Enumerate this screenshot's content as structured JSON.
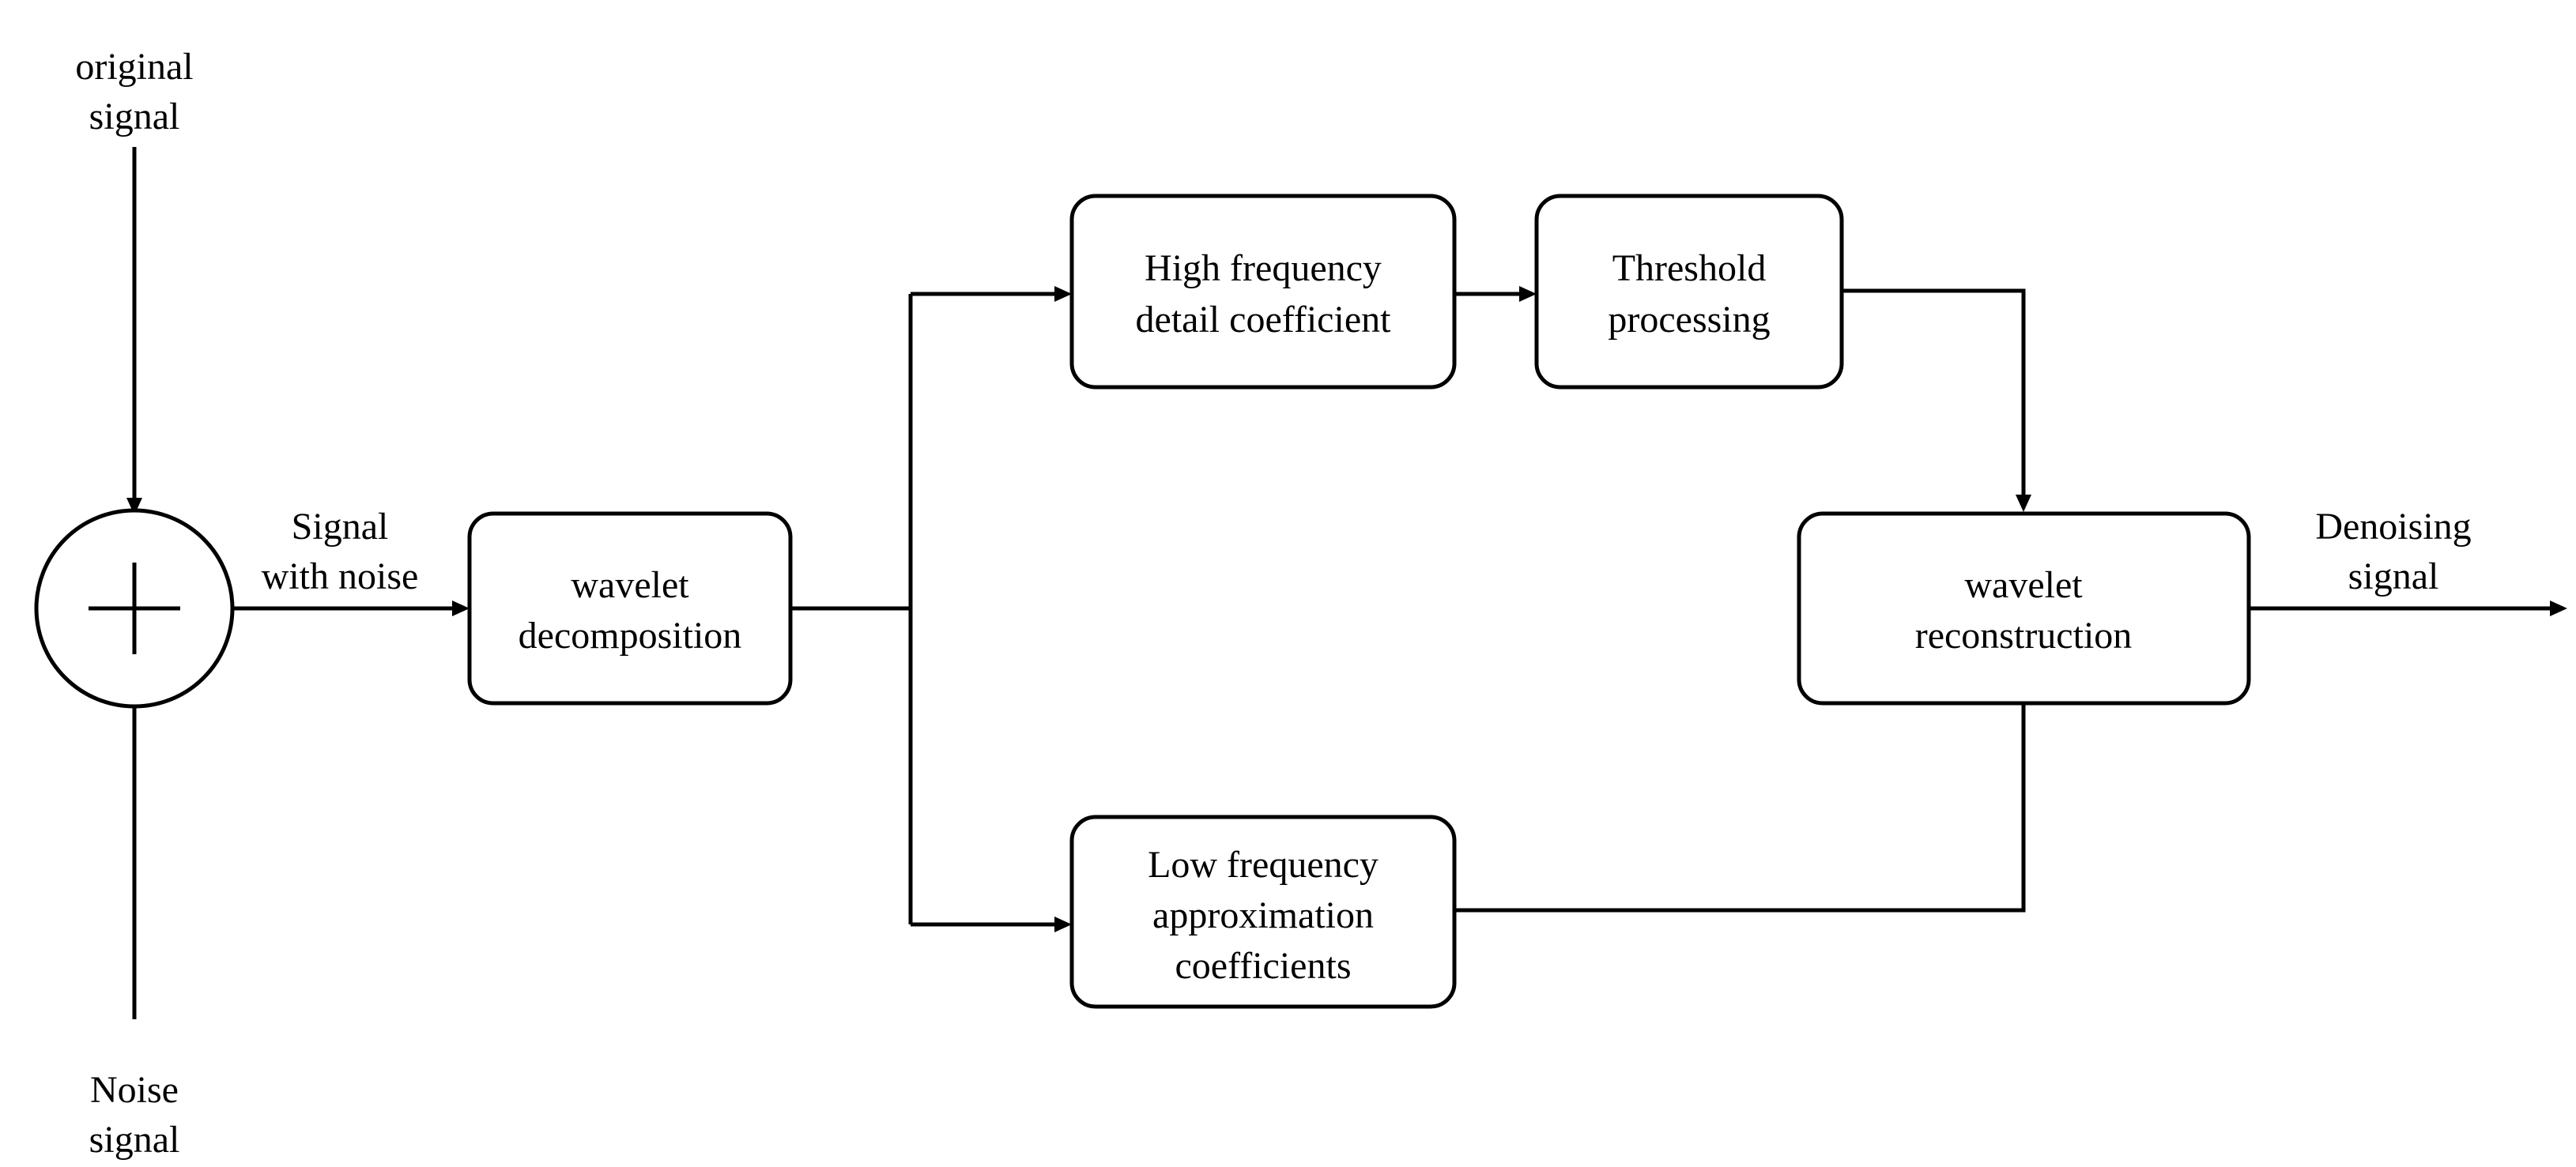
{
  "inputs": {
    "original_signal": [
      "original",
      "signal"
    ],
    "noise_signal": [
      "Noise",
      "signal"
    ]
  },
  "edges": {
    "noisy_signal": [
      "Signal",
      "with noise"
    ],
    "output": [
      "Denoising",
      "signal"
    ]
  },
  "blocks": {
    "wavelet_decomposition": [
      "wavelet",
      "decomposition"
    ],
    "high_frequency": [
      "High frequency",
      "detail coefficient"
    ],
    "threshold": [
      "Threshold",
      "processing"
    ],
    "low_frequency": [
      "Low frequency",
      "approximation",
      "coefficients"
    ],
    "wavelet_reconstruction": [
      "wavelet",
      "reconstruction"
    ]
  },
  "adder_symbol": "+"
}
